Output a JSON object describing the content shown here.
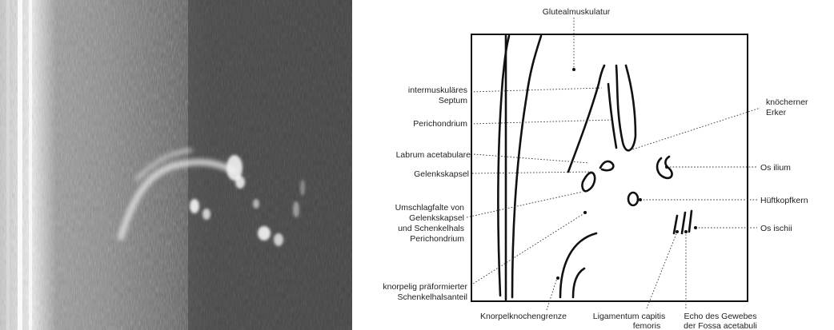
{
  "labels": {
    "gluteal": "Glutealmuskulatur",
    "septum_1": "intermuskuläres",
    "septum_2": "Septum",
    "perichondrium": "Perichondrium",
    "labrum": "Labrum acetabulare",
    "gelenkskapsel": "Gelenkskapsel",
    "umschlag_1": "Umschlagfalte von",
    "umschlag_2": "Gelenkskapsel",
    "umschlag_3": "und Schenkelhals",
    "umschlag_4": "Perichondrium",
    "knorpelig_1": "knorpelig präformierter",
    "knorpelig_2": "Schenkelhalsanteil",
    "knorpelknochengrenze": "Knorpelknochengrenze",
    "ligamentum_1": "Ligamentum capitis",
    "ligamentum_2": "femoris",
    "echo_1": "Echo des Gewebes",
    "echo_2": "der Fossa acetabuli",
    "erker_1": "knöcherner",
    "erker_2": "Erker",
    "os_ilium": "Os ilium",
    "hueftkopfkern": "Hüftkopfkern",
    "os_ischii": "Os ischii"
  }
}
